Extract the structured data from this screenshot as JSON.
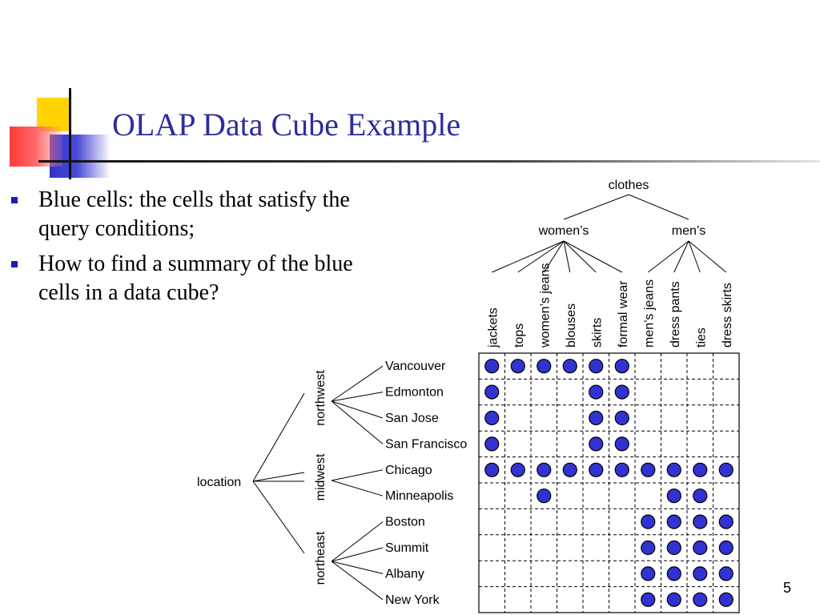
{
  "title": "OLAP Data Cube Example",
  "bullets": [
    "Blue cells: the cells that satisfy the query conditions;",
    "How to find a summary of the blue cells in a data cube?"
  ],
  "page_number": "5",
  "colors": {
    "title": "#2d2d9e",
    "cell_fill": "#3232d2",
    "deco_yellow": "#ffd400",
    "deco_blue": "#3333cc",
    "deco_red": "#ff3b3b"
  },
  "clothes_hierarchy": {
    "root": "clothes",
    "groups": [
      {
        "label": "women’s",
        "items": [
          "jackets",
          "tops",
          "women’s jeans",
          "blouses",
          "skirts",
          "formal wear"
        ]
      },
      {
        "label": "men’s",
        "items": [
          "men’s jeans",
          "dress pants",
          "ties",
          "dress skirts"
        ]
      }
    ]
  },
  "location_hierarchy": {
    "root": "location",
    "regions": [
      {
        "label": "northwest",
        "cities": [
          "Vancouver",
          "Edmonton",
          "San Jose",
          "San Francisco"
        ]
      },
      {
        "label": "midwest",
        "cities": [
          "Chicago",
          "Minneapolis"
        ]
      },
      {
        "label": "northeast",
        "cities": [
          "Boston",
          "Summit",
          "Albany",
          "New York"
        ]
      }
    ]
  },
  "grid": {
    "rows": [
      "Vancouver",
      "Edmonton",
      "San Jose",
      "San Francisco",
      "Chicago",
      "Minneapolis",
      "Boston",
      "Summit",
      "Albany",
      "New York"
    ],
    "columns": [
      "jackets",
      "tops",
      "women’s jeans",
      "blouses",
      "skirts",
      "formal wear",
      "men’s jeans",
      "dress pants",
      "ties",
      "dress skirts"
    ],
    "cells": [
      [
        1,
        1,
        1,
        1,
        1,
        1,
        0,
        0,
        0,
        0
      ],
      [
        1,
        0,
        0,
        0,
        1,
        1,
        0,
        0,
        0,
        0
      ],
      [
        1,
        0,
        0,
        0,
        1,
        1,
        0,
        0,
        0,
        0
      ],
      [
        1,
        0,
        0,
        0,
        1,
        1,
        0,
        0,
        0,
        0
      ],
      [
        1,
        1,
        1,
        1,
        1,
        1,
        1,
        1,
        1,
        1
      ],
      [
        0,
        0,
        1,
        0,
        0,
        0,
        0,
        1,
        1,
        0
      ],
      [
        0,
        0,
        0,
        0,
        0,
        0,
        1,
        1,
        1,
        1
      ],
      [
        0,
        0,
        0,
        0,
        0,
        0,
        1,
        1,
        1,
        1
      ],
      [
        0,
        0,
        0,
        0,
        0,
        0,
        1,
        1,
        1,
        1
      ],
      [
        0,
        0,
        0,
        0,
        0,
        0,
        1,
        1,
        1,
        1
      ]
    ]
  }
}
